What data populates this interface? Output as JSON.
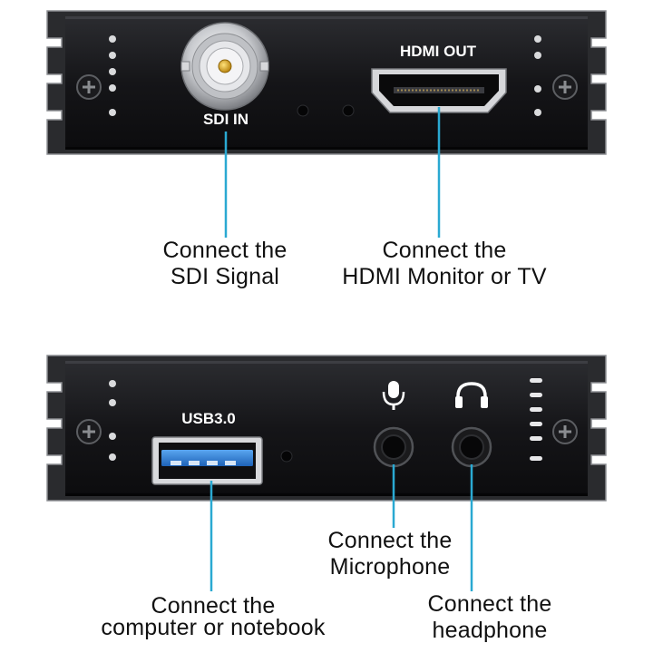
{
  "panels": {
    "top": {
      "sdi_port_label": "SDI IN",
      "hdmi_port_label": "HDMI OUT"
    },
    "bottom": {
      "usb_port_label": "USB3.0",
      "mic_icon": "microphone-icon",
      "headphone_icon": "headphone-icon"
    }
  },
  "callouts": {
    "sdi": {
      "line1": "Connect the",
      "line2": "SDI Signal"
    },
    "hdmi": {
      "line1": "Connect the",
      "line2": "HDMI Monitor or TV"
    },
    "usb": {
      "line1": "Connect the",
      "line2": "computer or notebook"
    },
    "mic": {
      "line1": "Connect the",
      "line2": "Microphone"
    },
    "headphone": {
      "line1": "Connect the",
      "line2": "headphone"
    }
  },
  "colors": {
    "panel": "#141416",
    "leader_line": "#2aa9d2",
    "usb_blue": "#2f7fd6",
    "silkscreen": "#ffffff"
  }
}
